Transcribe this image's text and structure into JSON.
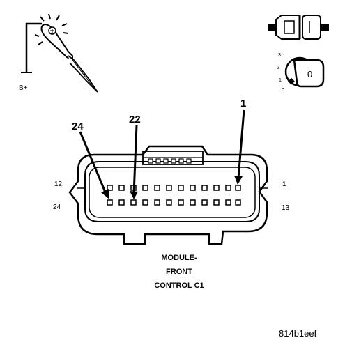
{
  "probe": {
    "label": "B+"
  },
  "ignition": {
    "positions": [
      "3",
      "2",
      "1",
      "0"
    ],
    "key_label": "0"
  },
  "connector": {
    "pin_labels": {
      "top_left": "12",
      "top_right": "1",
      "bottom_left": "24",
      "bottom_right": "13"
    },
    "callouts": [
      "1",
      "22",
      "24"
    ],
    "caption": [
      "MODULE-",
      "FRONT",
      "CONTROL C1"
    ]
  },
  "figure_id": "814b1eef"
}
